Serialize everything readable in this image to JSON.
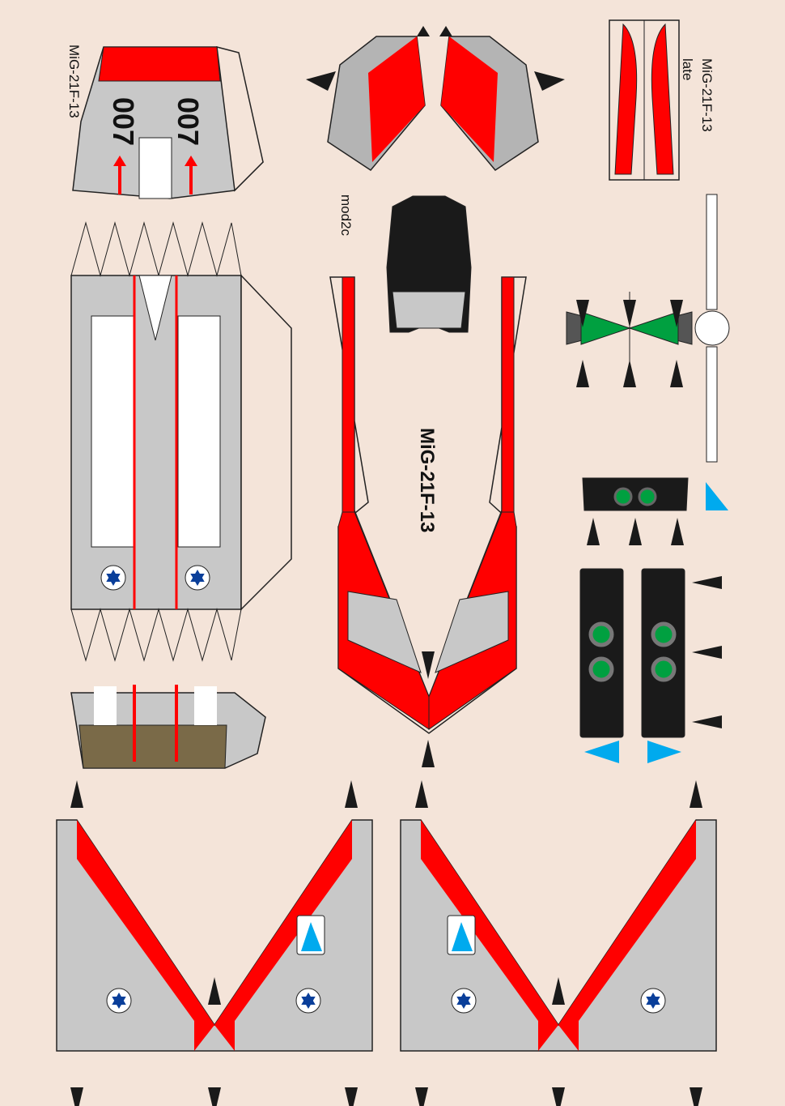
{
  "labels": {
    "nose_title": "MiG-21F-13",
    "tail_title": "MiG-21F-13",
    "tail_variant": "late",
    "canopy_variant": "mod2c",
    "fuselage_title": "MiG-21F-13",
    "serial_left": "007",
    "serial_right": "007"
  },
  "colors": {
    "background": "#f4e4d9",
    "red": "#ff0000",
    "grey": "#c8c8c8",
    "dark_grey": "#9a9a9a",
    "black": "#1a1a1a",
    "green": "#00a040",
    "blue_marker": "#00aaee",
    "roundel": "#0a3f9a",
    "brown": "#7a6a48"
  }
}
